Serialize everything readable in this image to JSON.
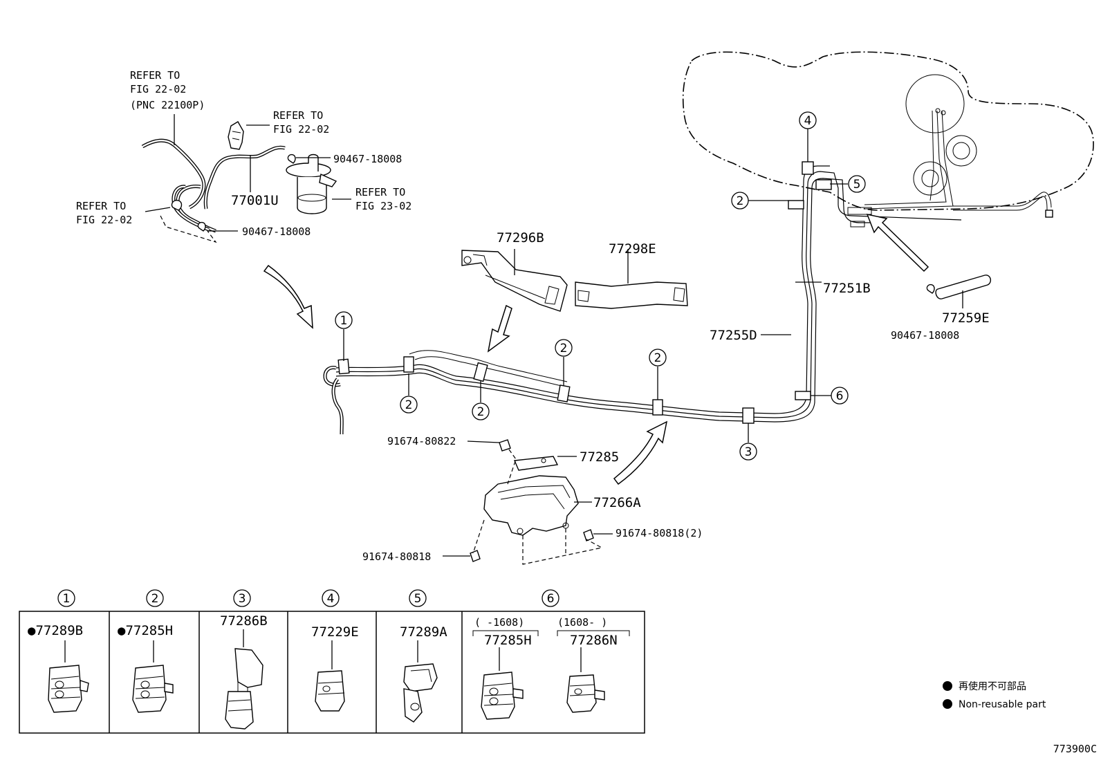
{
  "labels": {
    "refer_fig22_pnc_line1": "REFER TO",
    "refer_fig22_pnc_line2": "FIG 22-02",
    "refer_fig22_pnc_line3": "(PNC 22100P)",
    "refer_fig22_top_line1": "REFER TO",
    "refer_fig22_top_line2": "FIG 22-02",
    "refer_fig23_line1": "REFER TO",
    "refer_fig23_line2": "FIG 23-02",
    "refer_fig22_left_line1": "REFER TO",
    "refer_fig22_left_line2": "FIG 22-02",
    "p_90467_a": "90467-18008",
    "p_90467_b": "90467-18008",
    "p_90467_c": "90467-18008",
    "p_77001U": "77001U",
    "p_77296B": "77296B",
    "p_77298E": "77298E",
    "p_77251B": "77251B",
    "p_77255D": "77255D",
    "p_77259E": "77259E",
    "p_91674_80822": "91674-80822",
    "p_77285": "77285",
    "p_77266A": "77266A",
    "p_91674_80818_2": "91674-80818(2)",
    "p_91674_80818": "91674-80818"
  },
  "callouts": {
    "c1": "①",
    "c2": "②",
    "c3": "③",
    "c4": "④",
    "c5": "⑤",
    "c6": "⑥",
    "n1": "1",
    "n2": "2",
    "n3": "3",
    "n4": "4",
    "n5": "5",
    "n6": "6"
  },
  "table": {
    "headers": [
      "①",
      "②",
      "③",
      "④",
      "⑤",
      "⑥"
    ],
    "cell1": "●77289B",
    "cell2": "●77285H",
    "cell3": "77286B",
    "cell4": "77229E",
    "cell5": "77289A",
    "cell6a_range": "(     -1608)",
    "cell6a": "77285H",
    "cell6b_range": "(1608-      )",
    "cell6b": "77286N"
  },
  "legend": {
    "line1": "再使用不可部品",
    "line2": "Non-reusable part"
  },
  "figure_code": "773900C"
}
